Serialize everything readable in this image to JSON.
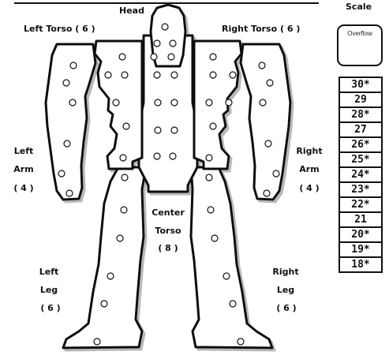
{
  "labels": {
    "head": "Head",
    "left_torso": "Left Torso ( 6 )",
    "right_torso": "Right Torso ( 6 )",
    "left_arm": [
      "Left",
      "Arm",
      "( 4 )"
    ],
    "right_arm": [
      "Right",
      "Arm",
      "( 4 )"
    ],
    "center_torso": [
      "Center",
      "Torso",
      "( 8 )"
    ],
    "left_leg": [
      "Left",
      "Leg",
      "( 6 )"
    ],
    "right_leg": [
      "Right",
      "Leg",
      "( 6 )"
    ]
  },
  "scale": {
    "title": "Scale",
    "overflow": "Overflow",
    "cells": [
      "30*",
      "29",
      "28*",
      "27",
      "26*",
      "25*",
      "24*",
      "23*",
      "22*",
      "21",
      "20*",
      "19*",
      "18*"
    ]
  }
}
